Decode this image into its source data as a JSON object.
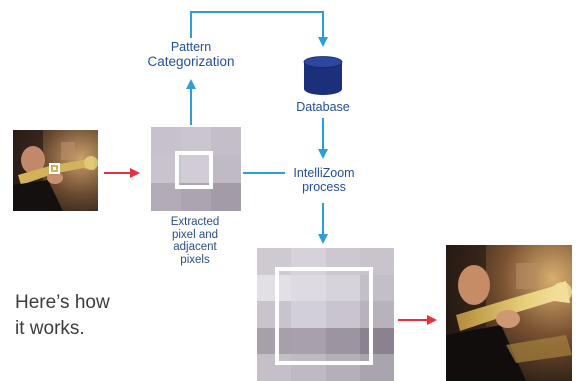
{
  "diagram": {
    "tagline_line1": "Here’s how",
    "tagline_line2": "it works.",
    "nodes": {
      "pattern_categorization_line1": "Pattern",
      "pattern_categorization_line2": "Categorization",
      "database": "Database",
      "intellizoom_line1": "IntelliZoom",
      "intellizoom_line2": "process",
      "extracted_line1": "Extracted",
      "extracted_line2": "pixel and",
      "extracted_line3": "adjacent",
      "extracted_line4": "pixels"
    },
    "colors": {
      "flow_arrow": "#2d9fd8",
      "input_arrow": "#e8313a",
      "label_text": "#1f4f9c",
      "database": "#1b2f7a"
    },
    "small_grid": [
      "#c7c1cb",
      "#cbc5cf",
      "#c4bec8",
      "#c9c3cd",
      "#d2ccd6",
      "#c0bac4",
      "#b3abb7",
      "#aca4b0",
      "#a39ba7"
    ],
    "large_grid": [
      "#cfcad2",
      "#d7d2da",
      "#cdc8d0",
      "#c9c4cc",
      "#e2dfe5",
      "#dedae2",
      "#d7d3db",
      "#c4bec8",
      "#c8c3cc",
      "#d3cfd8",
      "#c9c4ce",
      "#b8b2bd",
      "#a7a0ab",
      "#a8a1ad",
      "#9c94a0",
      "#8a8290",
      "#c5bfc9",
      "#bfb9c3",
      "#b5afb9",
      "#aaa4ae"
    ]
  }
}
